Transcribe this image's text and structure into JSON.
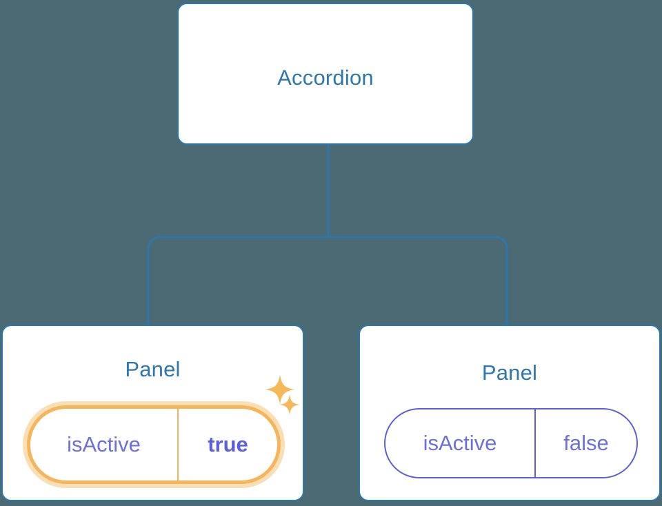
{
  "diagram": {
    "type": "component-tree",
    "background_color": "#4c6a73",
    "node_border_color": "#2e77ad",
    "node_text_color": "#2e77ad",
    "prop_text_color": "#6c70dd",
    "prop_border_color": "#5b5fd9",
    "highlight_color": "#f6b55c",
    "highlight_glow_color": "#fbdfb4",
    "root": {
      "title": "Accordion"
    },
    "children": [
      {
        "title": "Panel",
        "highlighted": true,
        "prop": {
          "key": "isActive",
          "value": "true"
        },
        "sparkles": [
          "sparkle-large",
          "sparkle-small"
        ]
      },
      {
        "title": "Panel",
        "highlighted": false,
        "prop": {
          "key": "isActive",
          "value": "false"
        }
      }
    ]
  }
}
